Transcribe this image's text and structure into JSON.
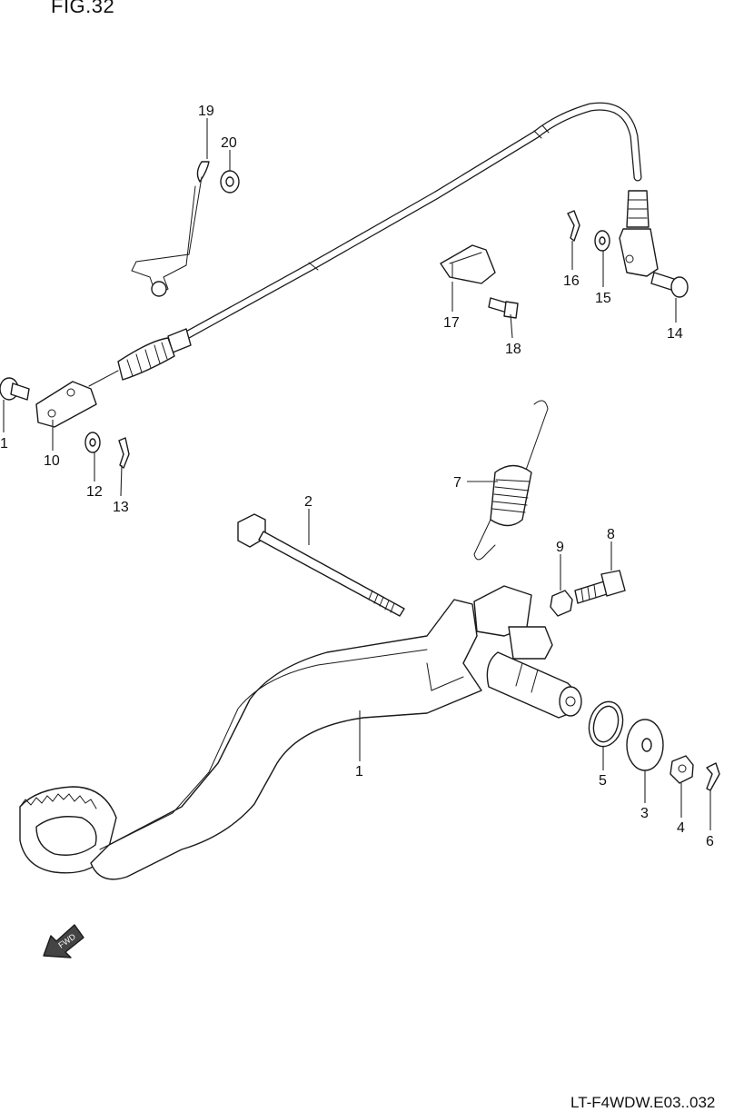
{
  "figure": {
    "title": "FIG.32",
    "code": "LT-F4WDW.E03..032"
  },
  "arrow_text": "FWD",
  "labels": [
    {
      "id": "l19",
      "text": "19"
    },
    {
      "id": "l20",
      "text": "20"
    },
    {
      "id": "l16",
      "text": "16"
    },
    {
      "id": "l15",
      "text": "15"
    },
    {
      "id": "l14",
      "text": "14"
    },
    {
      "id": "l17",
      "text": "17"
    },
    {
      "id": "l18",
      "text": "18"
    },
    {
      "id": "l11",
      "text": "1"
    },
    {
      "id": "l10",
      "text": "10"
    },
    {
      "id": "l12",
      "text": "12"
    },
    {
      "id": "l13",
      "text": "13"
    },
    {
      "id": "l7",
      "text": "7"
    },
    {
      "id": "l2",
      "text": "2"
    },
    {
      "id": "l9",
      "text": "9"
    },
    {
      "id": "l8",
      "text": "8"
    },
    {
      "id": "l1",
      "text": "1"
    },
    {
      "id": "l5",
      "text": "5"
    },
    {
      "id": "l3",
      "text": "3"
    },
    {
      "id": "l4",
      "text": "4"
    },
    {
      "id": "l6",
      "text": "6"
    }
  ]
}
